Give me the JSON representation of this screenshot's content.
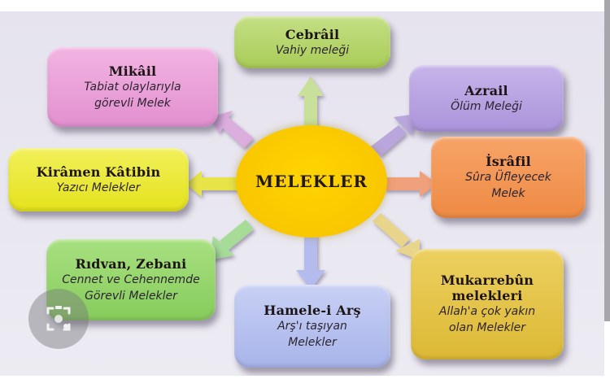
{
  "diagram": {
    "center": {
      "label": "MELEKLER",
      "color": "#f9c700"
    },
    "nodes": [
      {
        "id": "cebrail",
        "title": "Cebrâil",
        "lines": [
          "Vahiy meleği"
        ],
        "color": "#b6d56a"
      },
      {
        "id": "mikail",
        "title": "Mikâil",
        "lines": [
          "Tabiat olaylarıyla",
          "görevli Melek"
        ],
        "color": "#eca0d8"
      },
      {
        "id": "azrail",
        "title": "Azrail",
        "lines": [
          "Ölüm Meleği"
        ],
        "color": "#b9a4e0"
      },
      {
        "id": "kiramen-katibin",
        "title": "Kirâmen Kâtibin",
        "lines": [
          "Yazıcı Melekler"
        ],
        "color": "#eeec2c"
      },
      {
        "id": "israfil",
        "title": "İsrâfil",
        "lines": [
          "Sûra Üfleyecek",
          "Melek"
        ],
        "color": "#f49552"
      },
      {
        "id": "ridvan-zebani",
        "title": "Rıdvan, Zebani",
        "lines": [
          "Cennet ve Cehennemde",
          "Görevli Melekler"
        ],
        "color": "#94d86a"
      },
      {
        "id": "hamele-i-ars",
        "title": "Hamele-i Arş",
        "lines": [
          "Arş'ı taşıyan",
          "Melekler"
        ],
        "color": "#b5c1ee"
      },
      {
        "id": "mukarrebun",
        "title": "Mukarrebûn melekleri",
        "title_lines": [
          "Mukarrebûn",
          "melekleri"
        ],
        "lines": [
          "Allah'a çok yakın",
          "olan Melekler"
        ],
        "color": "#e4c443"
      }
    ]
  },
  "overlay": {
    "lens_icon": "visual-search-icon"
  }
}
